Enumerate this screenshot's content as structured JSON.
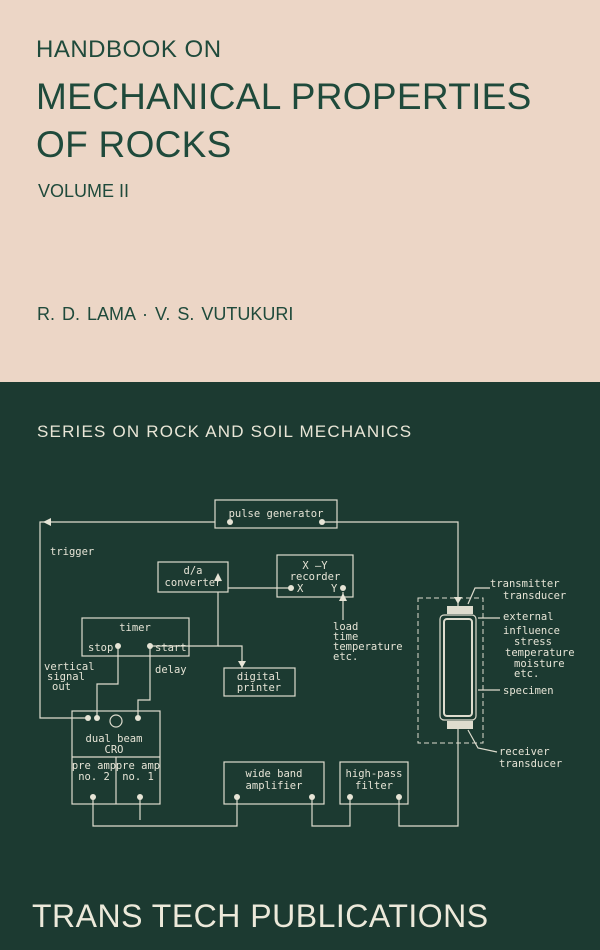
{
  "cover": {
    "pre_title": "HANDBOOK ON",
    "title_line1": "MECHANICAL PROPERTIES",
    "title_line2": "OF ROCKS",
    "volume": "VOLUME II",
    "authors": "R. D. LAMA · V. S. VUTUKURI",
    "series": "SERIES ON ROCK AND SOIL MECHANICS",
    "publisher": "TRANS TECH PUBLICATIONS",
    "colors": {
      "top_background": "#ecd6c6",
      "bottom_background": "#1c3a31",
      "title_text": "#1f4a3b"
    }
  },
  "diagram": {
    "pulse_generator": "pulse generator",
    "trigger": "trigger",
    "da_converter_1": "d/a",
    "da_converter_2": "converter",
    "xy_recorder_1": "X —Y",
    "xy_recorder_2": "recorder",
    "xy_recorder_x": "X",
    "xy_recorder_y": "Y",
    "timer": "timer",
    "stop": "stop",
    "start": "start",
    "delay": "delay",
    "vertical_signal_1": "vertical",
    "vertical_signal_2": "signal",
    "vertical_signal_3": "out",
    "digital_printer_1": "digital",
    "digital_printer_2": "printer",
    "load_1": "load",
    "load_2": "time",
    "load_3": "temperature",
    "load_4": "etc.",
    "transmitter_1": "transmitter",
    "transmitter_2": "transducer",
    "external_1": "external",
    "external_2": "influence",
    "external_3": "stress",
    "external_4": "temperature",
    "external_5": "moisture",
    "external_6": "etc.",
    "specimen": "specimen",
    "receiver_1": "receiver",
    "receiver_2": "transducer",
    "cro_1": "dual beam",
    "cro_2": "CRO",
    "preamp2_1": "pre amp",
    "preamp2_2": "no. 2",
    "preamp1_1": "pre amp",
    "preamp1_2": "no. 1",
    "wideband_1": "wide band",
    "wideband_2": "amplifier",
    "highpass_1": "high-pass",
    "highpass_2": "filter"
  }
}
